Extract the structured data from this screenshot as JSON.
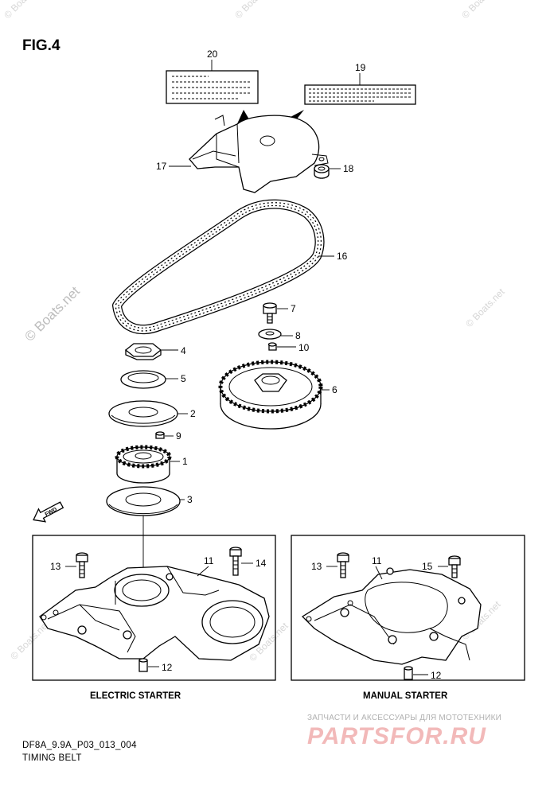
{
  "figure": {
    "title": "FIG.4"
  },
  "callouts": {
    "c1": "1",
    "c2": "2",
    "c3": "3",
    "c4": "4",
    "c5": "5",
    "c6": "6",
    "c7": "7",
    "c8": "8",
    "c9": "9",
    "c10": "10",
    "c11a": "11",
    "c11b": "11",
    "c12a": "12",
    "c12b": "12",
    "c13a": "13",
    "c13b": "13",
    "c14": "14",
    "c15": "15",
    "c16": "16",
    "c17": "17",
    "c18": "18",
    "c19": "19",
    "c20": "20"
  },
  "panels": {
    "electric_starter": "ELECTRIC STARTER",
    "manual_starter": "MANUAL STARTER"
  },
  "fwd_arrow": "FWD",
  "footer": {
    "code": "DF8A_9.9A_P03_013_004",
    "title": "TIMING BELT"
  },
  "watermarks": {
    "main": "© Boats.net",
    "small": "© Boats.net"
  },
  "ad": {
    "tagline": "ЗАПЧАСТИ И АКСЕССУАРЫ ДЛЯ МОТОТЕХНИКИ",
    "brand": "PARTSFOR.RU"
  }
}
